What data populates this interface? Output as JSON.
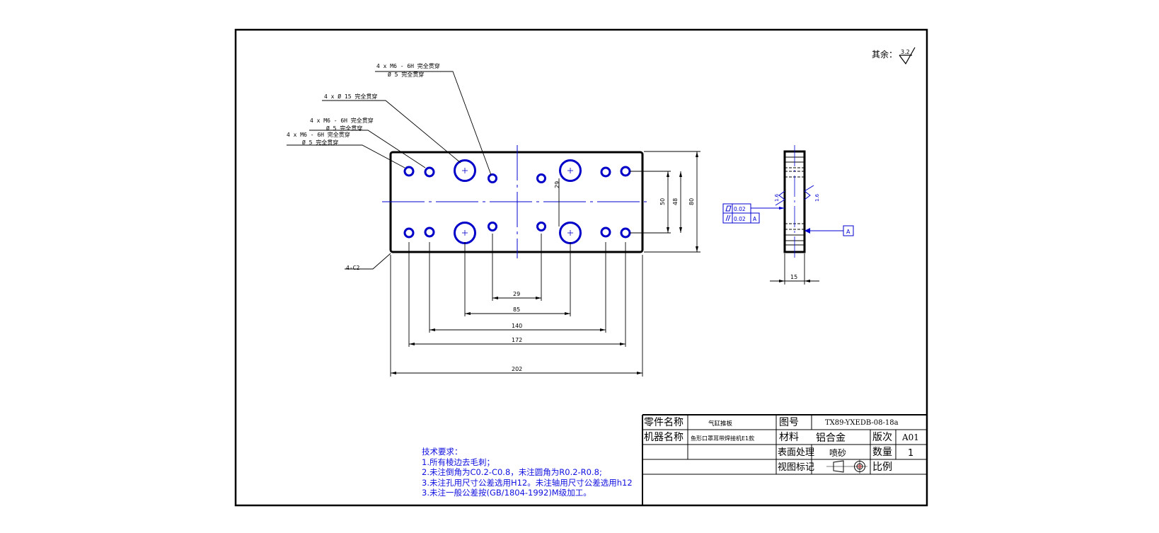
{
  "roughness": {
    "label": "其余：",
    "value": "3.2"
  },
  "callouts": [
    {
      "line1": "4 x  M6 - 6H 完全贯穿",
      "line2": "Ø 5 完全贯穿"
    },
    {
      "line1": "4 x  Ø 15 完全贯穿"
    },
    {
      "line1": "4 x  M6 - 6H 完全贯穿",
      "line2": "Ø 5 完全贯穿"
    },
    {
      "line1": "4 x  M6 - 6H 完全贯穿",
      "line2": "Ø 5 完全贯穿"
    }
  ],
  "chamfer_label": "4-C2",
  "dimensions": {
    "d29_vertical": "29",
    "d50": "50",
    "d48": "48",
    "d80": "80",
    "d29_horizontal": "29",
    "d85": "85",
    "d140": "140",
    "d172": "172",
    "d202": "202",
    "d15": "15"
  },
  "side_view": {
    "flatness": "0.02",
    "parallelism": "0.02",
    "datum_ref": "A",
    "datum": "A",
    "roughness_left": "1.6",
    "roughness_right": "1.6"
  },
  "tech_notes": {
    "title": "技术要求：",
    "lines": [
      "1.所有棱边去毛刺；",
      "2.未注倒角为C0.2-C0.8，未注圆角为R0.2-R0.8;",
      "3.未注孔用尺寸公差选用H12。未注轴用尺寸公差选用h12",
      "3.未注一般公差按(GB/1804-1992)M级加工。"
    ]
  },
  "title_block": {
    "part_name_label": "零件名称",
    "part_name": "气缸推板",
    "drawing_no_label": "图号",
    "drawing_no": "TX89-YXEDB-08-18a",
    "machine_label": "机器名称",
    "machine_name": "鱼形口罩耳带焊接机E1款",
    "material_label": "材料",
    "material": "铝合金",
    "version_label": "版次",
    "version": "A01",
    "surface_label": "表面处理",
    "surface": "喷砂",
    "qty_label": "数量",
    "qty": "1",
    "view_label": "视图标记",
    "scale_label": "比例"
  },
  "colors": {
    "outline": "#000000",
    "annotation": "#1010e0",
    "hole": "#0000c8"
  }
}
